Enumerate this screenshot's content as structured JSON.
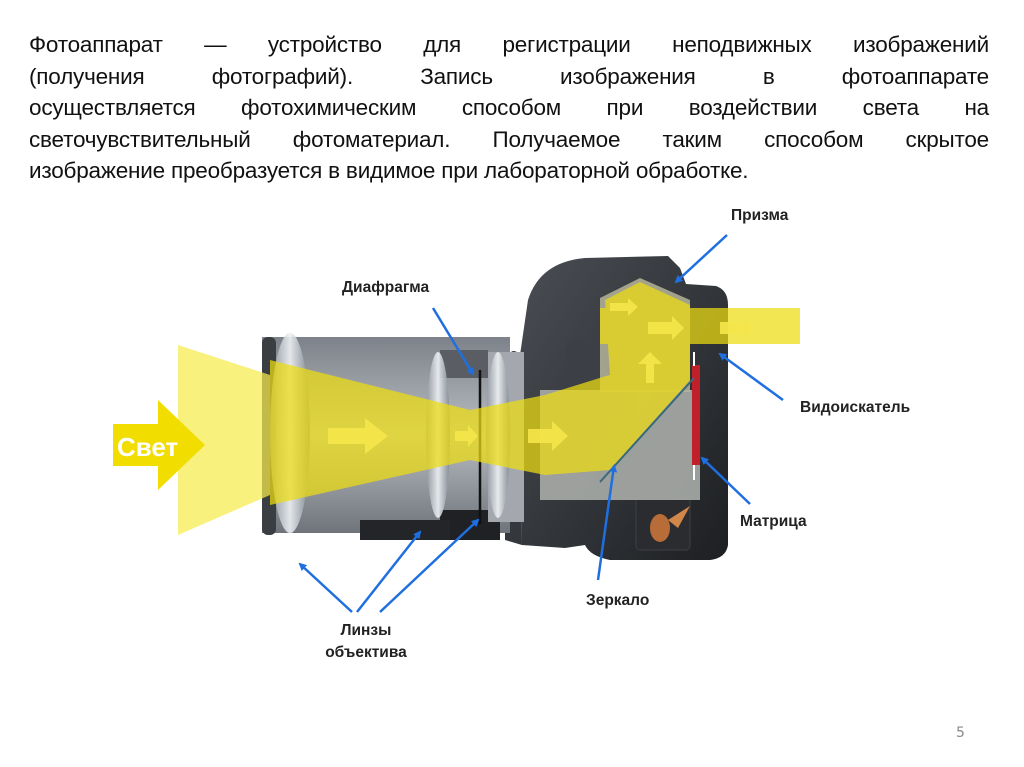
{
  "slide": {
    "intro_lines": [
      "Фотоаппарат — устройство для регистрации неподвижных изображений",
      "(получения фотографий). Запись изображения в фотоаппарате",
      "осуществляется фотохимическим способом при воздействии света на",
      "светочувствительный фотоматериал. Получаемое таким способом скрытое",
      "изображение преобразуется в видимое при лабораторной обработке."
    ],
    "page_number": "5"
  },
  "diagram": {
    "light_arrow_label": "Свет",
    "labels": {
      "prism": "Призма",
      "diaphragm": "Диафрагма",
      "viewfinder": "Видоискатель",
      "matrix": "Матрица",
      "mirror": "Зеркало",
      "lenses_line1": "Линзы",
      "lenses_line2": "объектива"
    },
    "colors": {
      "light_yellow": "#f2e200",
      "pointer_blue": "#1f6fe0",
      "camera_body": "#2c2f33",
      "lens_barrel": "#9a9fa6",
      "sensor_red": "#c0202a"
    }
  }
}
